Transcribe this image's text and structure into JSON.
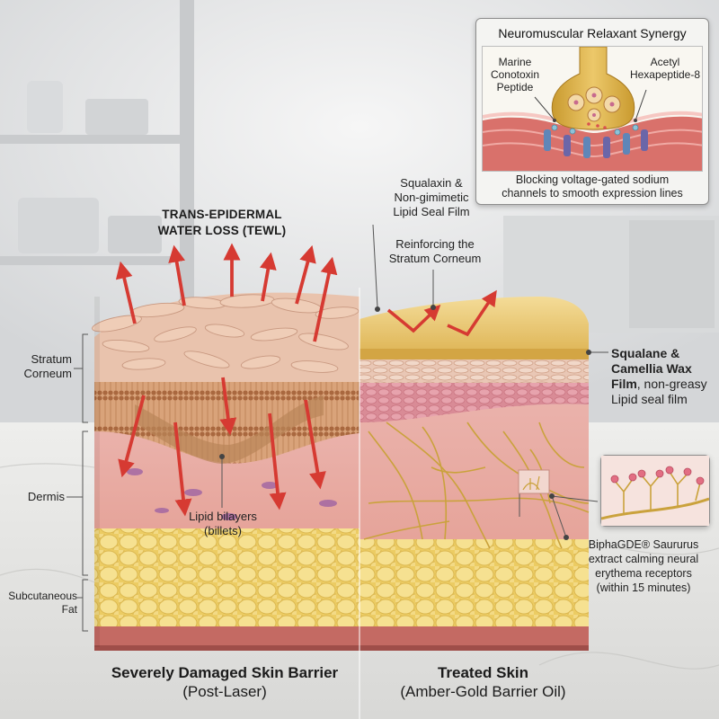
{
  "tewl": {
    "line1": "TRANS-EPIDERMAL",
    "line2": "WATER LOSS (TEWL)"
  },
  "layers": {
    "stratum_corneum": [
      "Stratum",
      "Corneum"
    ],
    "dermis": "Dermis",
    "subcutaneous_fat": [
      "Subcutaneous",
      "Fat"
    ]
  },
  "lipid_bilayers": [
    "Lipid bilayers",
    "(billets)"
  ],
  "treated_labels": {
    "squalaxin": [
      "Squalaxin &",
      "Non-gimimetic",
      "Lipid Seal Film"
    ],
    "reinforcing": [
      "Reinforcing the",
      "Stratum Corneum"
    ],
    "film_bold_1": "Squalane &",
    "film_bold_2": "Camellia Wax",
    "film_bold_3": "Film",
    "film_rest_3": ", non-greasy",
    "film_line_4": "Lipid seal film",
    "bipha": [
      "BiphaGDE® Saururus",
      "extract calming neural",
      "erythema receptors",
      "(within 15 minutes)"
    ]
  },
  "inset": {
    "title": "Neuromuscular Relaxant Synergy",
    "left_label": [
      "Marine",
      "Conotoxin",
      "Peptide"
    ],
    "right_label": [
      "Acetyl",
      "Hexapeptide-8"
    ],
    "caption": [
      "Blocking voltage-gated sodium",
      "channels to smooth expression lines"
    ]
  },
  "captions": {
    "left_title": "Severely Damaged Skin Barrier",
    "left_sub": "(Post-Laser)",
    "right_title": "Treated Skin",
    "right_sub": "(Amber-Gold Barrier Oil)"
  },
  "colors": {
    "arrow_red": "#d63a32",
    "stratum_tan": "#e2b49c",
    "lipid_brown": "#b77b52",
    "dermis_pink": "#e9a9a2",
    "fat_yellow": "#f1d774",
    "gold_film": "#e8c46c",
    "nerve_gold": "#caa23c",
    "base_red": "#c46a63"
  }
}
